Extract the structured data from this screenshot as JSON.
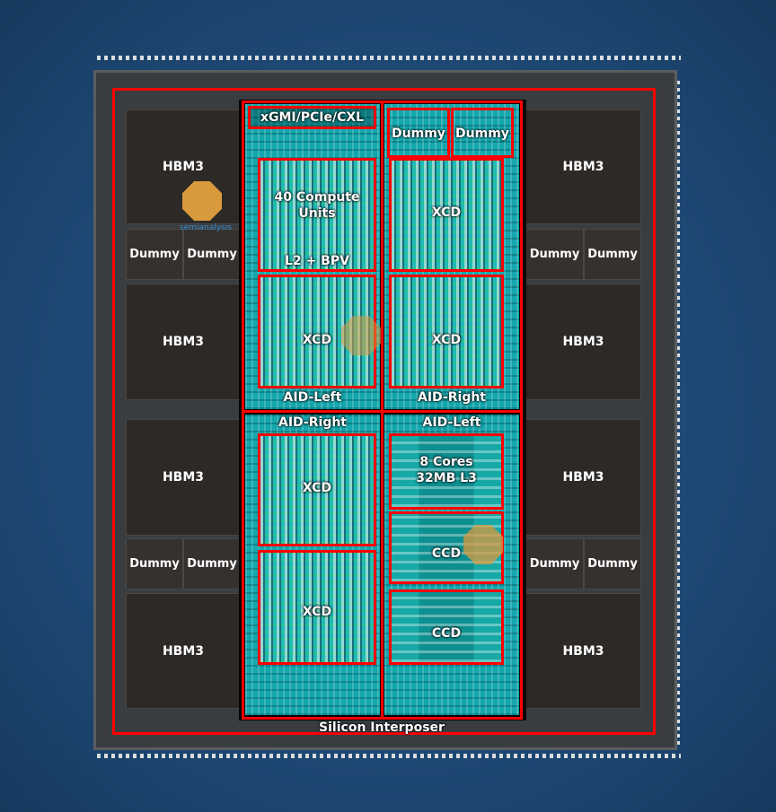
{
  "labels": {
    "hbm": "HBM3",
    "dummy": "Dummy",
    "io": "xGMI/PCIe/CXL",
    "xcd": "XCD",
    "xcd_detail_1": "40 Compute",
    "xcd_detail_2": "Units",
    "xcd_detail_3": "L2 + BPV",
    "aid_left": "AID-Left",
    "aid_right": "AID-Right",
    "ccd": "CCD",
    "ccd_detail_1": "8 Cores",
    "ccd_detail_2": "32MB L3",
    "interposer": "Silicon Interposer"
  },
  "watermark": "semianalysis",
  "colors": {
    "annotation": "#ff0000",
    "substrate": "#1d4a74",
    "die": "#14a7ad"
  }
}
